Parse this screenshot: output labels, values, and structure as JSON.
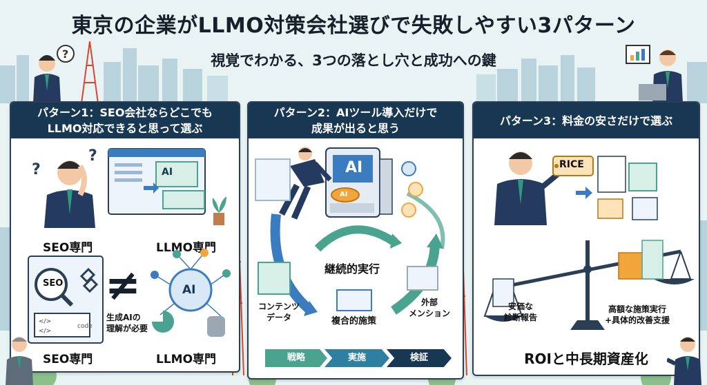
{
  "title": "東京の企業がLLMO対策会社選びで失敗しやすい3パターン",
  "subtitle": "視覚でわかる、3つの落とし穴と成功への鍵",
  "pattern1": {
    "header_line1": "パターン1：SEO会社ならどこでも",
    "header_line2": "LLMO対応できると思って選ぶ",
    "screen_ai": "AI",
    "label_seo_top": "SEO専門",
    "label_llmo_top": "LLMO専門",
    "seo_icon_text": "SEO",
    "code_text": "code",
    "ai_brain_text": "AI",
    "not_equal": "≠",
    "note_line1": "生成AIの",
    "note_line2": "理解が必要",
    "label_seo_bottom": "SEO専門",
    "label_llmo_bottom": "LLMO専門"
  },
  "pattern2": {
    "header_line1": "パターン2：AIツール導入だけで",
    "header_line2": "成果が出ると思う",
    "machine_ai": "AI",
    "button_ai": "AI",
    "cycle_center": "継続的実行",
    "content_data_line1": "コンテンツ",
    "content_data_line2": "データ",
    "external_line1": "外部",
    "external_line2": "メンション",
    "combined": "複合的施策",
    "steps": [
      "戦略",
      "実施",
      "検証"
    ]
  },
  "pattern3": {
    "header": "パターン3：料金の安さだけで選ぶ",
    "price_tag": "RICE",
    "cheap_line1": "安価な",
    "cheap_line2": "診断報告",
    "expensive_line1": "高額な施策実行",
    "expensive_line2": "+具体的改善支援",
    "roi": "ROIと中長期資産化"
  },
  "colors": {
    "navy": "#173753",
    "teal": "#4aa38e",
    "blue": "#3b7bbf",
    "orange": "#f2a53a",
    "tower_red": "#d8452f"
  }
}
